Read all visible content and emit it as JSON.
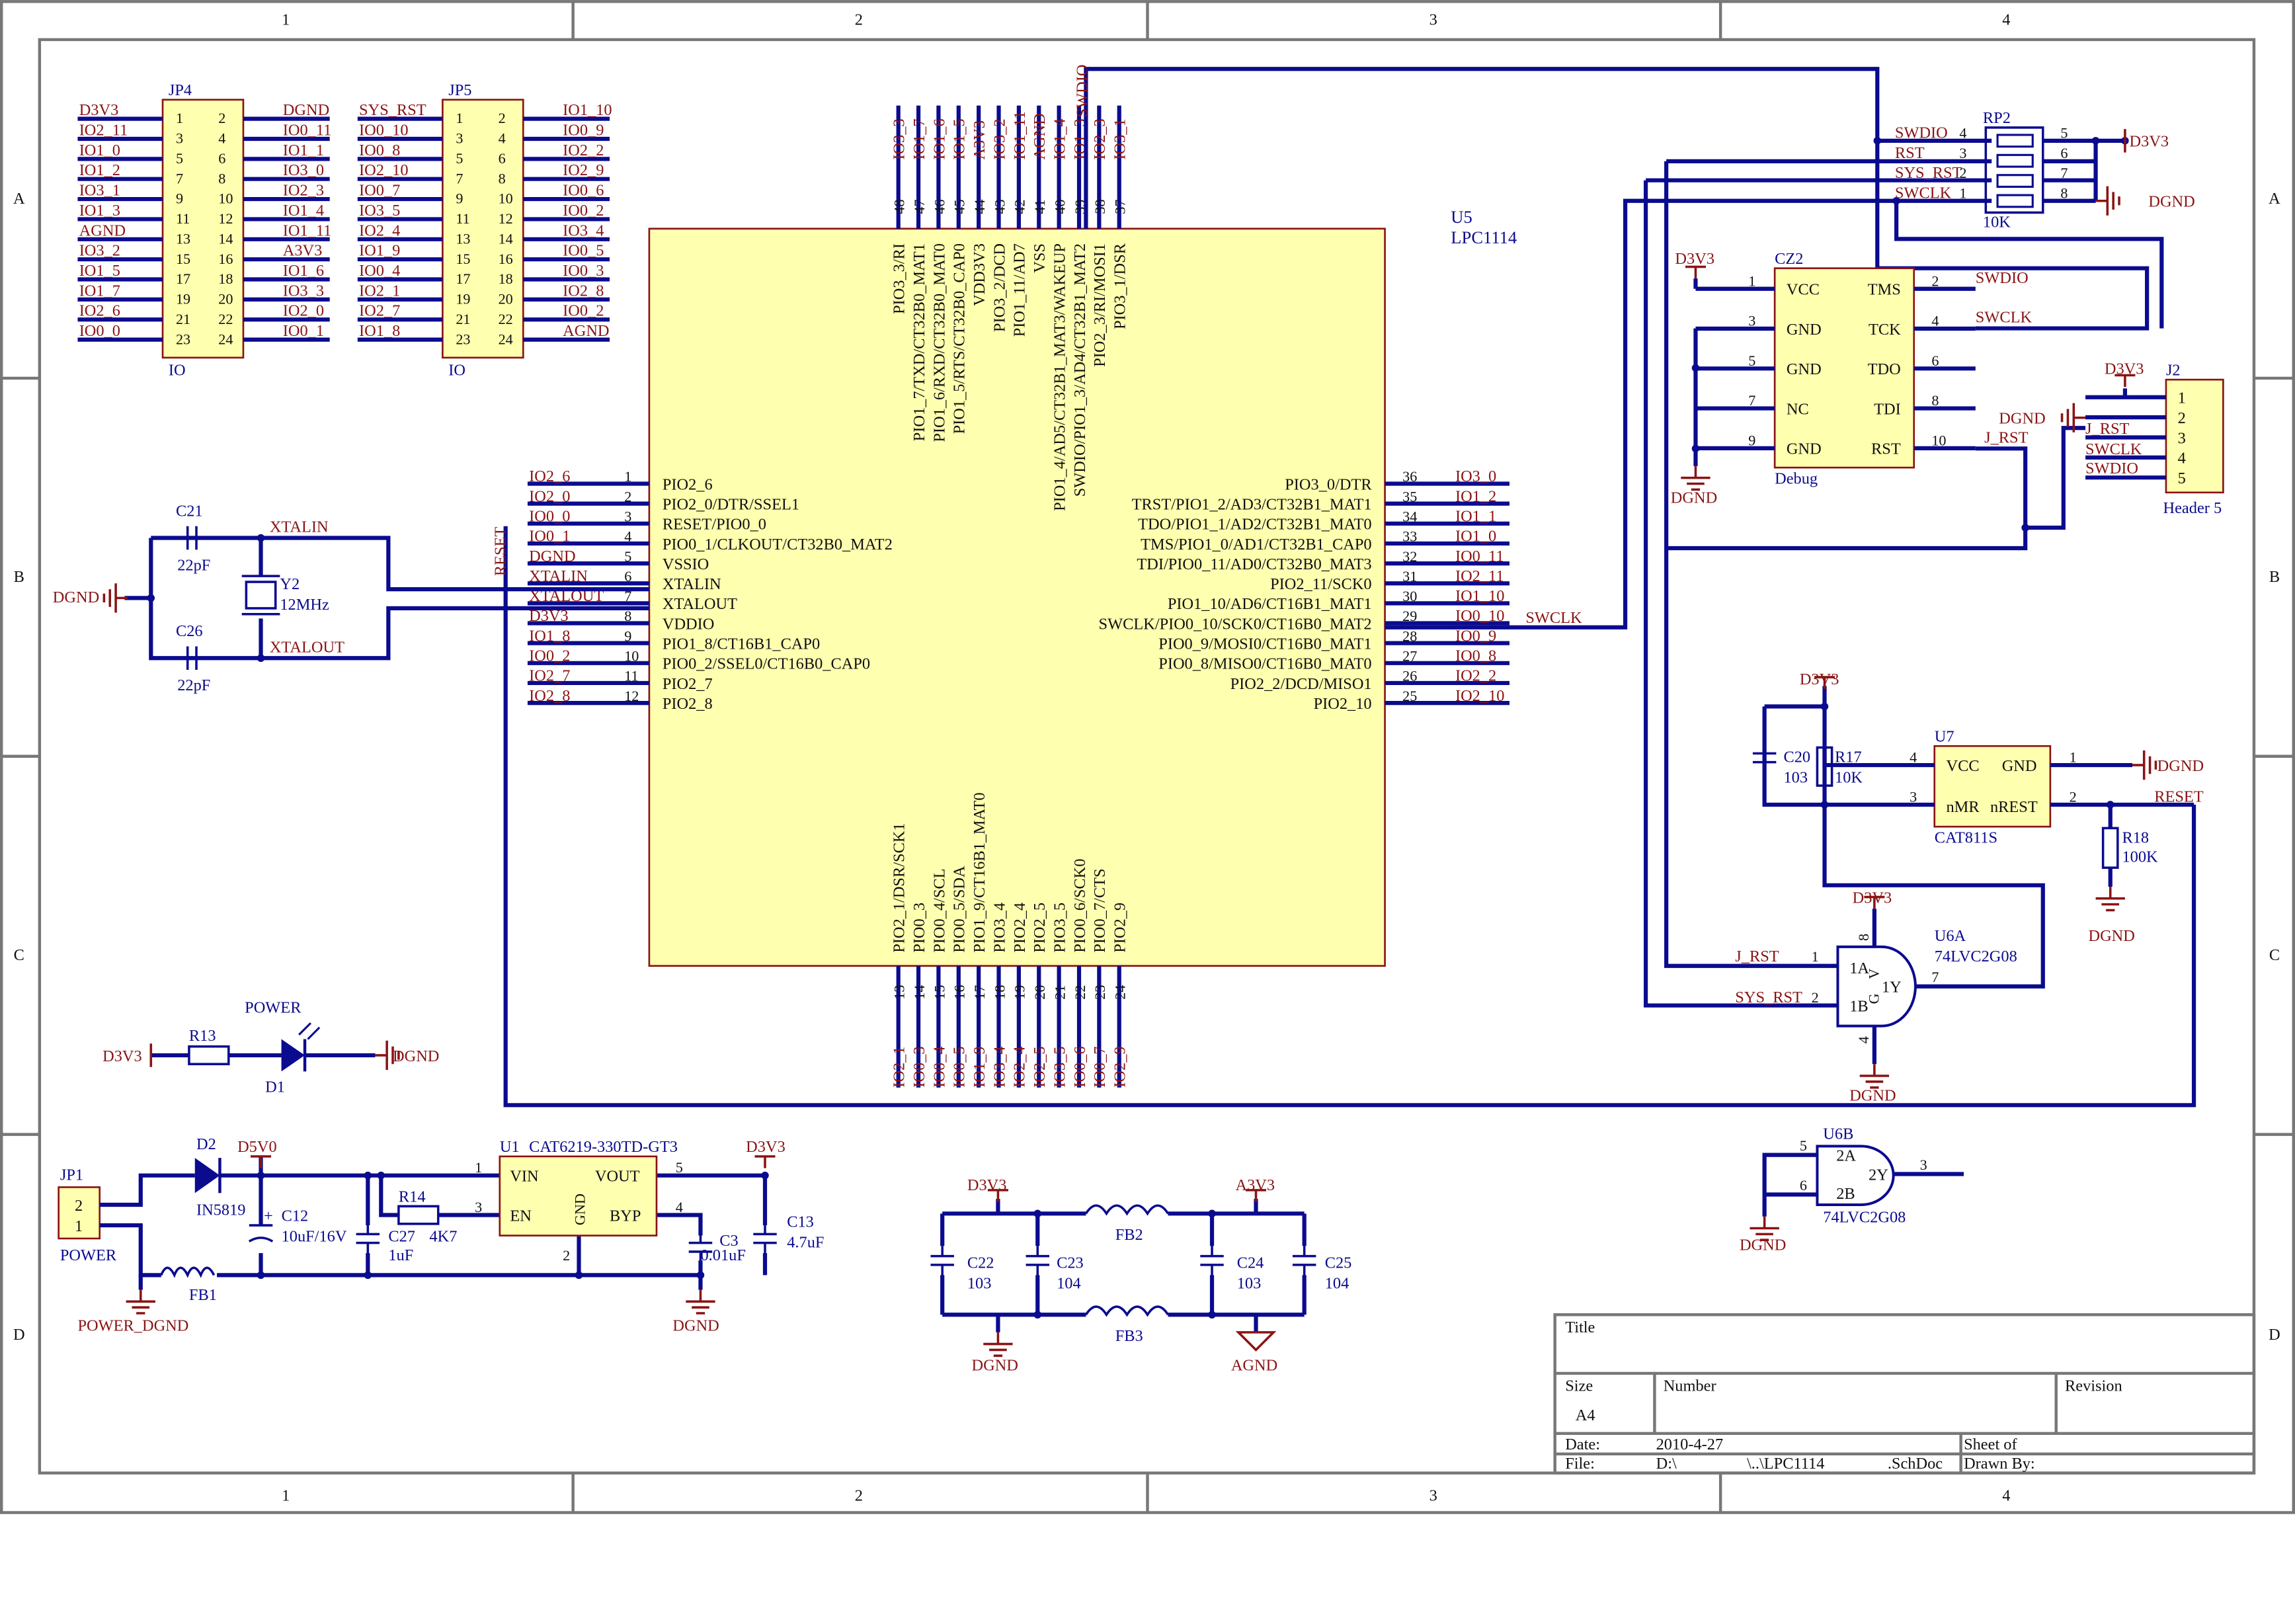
{
  "frame": {
    "cols": [
      "1",
      "2",
      "3",
      "4"
    ],
    "rows": [
      "A",
      "B",
      "C",
      "D"
    ]
  },
  "title_block": {
    "title_label": "Title",
    "size_label": "Size",
    "size_value": "A4",
    "number_label": "Number",
    "revision_label": "Revision",
    "date_label": "Date:",
    "date_value": "2010-4-27",
    "file_label": "File:",
    "file_value_1": "D:\\",
    "file_value_2": "\\..\\LPC1114",
    "file_value_3": ".SchDoc",
    "sheet_label": "Sheet    of",
    "drawn_label": "Drawn By:"
  },
  "jp4": {
    "ref": "JP4",
    "name": "IO",
    "pins_left": [
      "1",
      "3",
      "5",
      "7",
      "9",
      "11",
      "13",
      "15",
      "17",
      "19",
      "21",
      "23"
    ],
    "pins_right": [
      "2",
      "4",
      "6",
      "8",
      "10",
      "12",
      "14",
      "16",
      "18",
      "20",
      "22",
      "24"
    ],
    "nets_left": [
      "D3V3",
      "IO2_11",
      "IO1_0",
      "IO1_2",
      "IO3_1",
      "IO1_3",
      "AGND",
      "IO3_2",
      "IO1_5",
      "IO1_7",
      "IO2_6",
      "IO0_0"
    ],
    "nets_right": [
      "DGND",
      "IO0_11",
      "IO1_1",
      "IO3_0",
      "IO2_3",
      "IO1_4",
      "IO1_11",
      "A3V3",
      "IO1_6",
      "IO3_3",
      "IO2_0",
      "IO0_1"
    ]
  },
  "jp5": {
    "ref": "JP5",
    "name": "IO",
    "pins_left": [
      "1",
      "3",
      "5",
      "7",
      "9",
      "11",
      "13",
      "15",
      "17",
      "19",
      "21",
      "23"
    ],
    "pins_right": [
      "2",
      "4",
      "6",
      "8",
      "10",
      "12",
      "14",
      "16",
      "18",
      "20",
      "22",
      "24"
    ],
    "nets_left": [
      "SYS_RST",
      "IO0_10",
      "IO0_8",
      "IO2_10",
      "IO0_7",
      "IO3_5",
      "IO2_4",
      "IO1_9",
      "IO0_4",
      "IO2_1",
      "IO2_7",
      "IO1_8"
    ],
    "nets_right": [
      "IO1_10",
      "IO0_9",
      "IO2_2",
      "IO2_9",
      "IO0_6",
      "IO0_2",
      "IO3_4",
      "IO0_5",
      "IO0_3",
      "IO2_8",
      "IO0_2",
      "AGND"
    ]
  },
  "u5": {
    "ref": "U5",
    "name": "LPC1114",
    "left_nums": [
      "1",
      "2",
      "3",
      "4",
      "5",
      "6",
      "7",
      "8",
      "9",
      "10",
      "11",
      "12"
    ],
    "left_pins": [
      "PIO2_6",
      "PIO2_0/DTR/SSEL1",
      "RESET/PIO0_0",
      "PIO0_1/CLKOUT/CT32B0_MAT2",
      "VSSIO",
      "XTALIN",
      "XTALOUT",
      "VDDIO",
      "PIO1_8/CT16B1_CAP0",
      "PIO0_2/SSEL0/CT16B0_CAP0",
      "PIO2_7",
      "PIO2_8"
    ],
    "left_nets": [
      "IO2_6",
      "IO2_0",
      "IO0_0",
      "IO0_1",
      "DGND",
      "XTALIN",
      "XTALOUT",
      "D3V3",
      "IO1_8",
      "IO0_2",
      "IO2_7",
      "IO2_8"
    ],
    "right_nums": [
      "36",
      "35",
      "34",
      "33",
      "32",
      "31",
      "30",
      "29",
      "28",
      "27",
      "26",
      "25"
    ],
    "right_pins": [
      "PIO3_0/DTR",
      "TRST/PIO1_2/AD3/CT32B1_MAT1",
      "TDO/PIO1_1/AD2/CT32B1_MAT0",
      "TMS/PIO1_0/AD1/CT32B1_CAP0",
      "TDI/PIO0_11/AD0/CT32B0_MAT3",
      "PIO2_11/SCK0",
      "PIO1_10/AD6/CT16B1_MAT1",
      "SWCLK/PIO0_10/SCK0/CT16B0_MAT2",
      "PIO0_9/MOSI0/CT16B0_MAT1",
      "PIO0_8/MISO0/CT16B0_MAT0",
      "PIO2_2/DCD/MISO1",
      "PIO2_10"
    ],
    "right_nets": [
      "IO3_0",
      "IO1_2",
      "IO1_1",
      "IO1_0",
      "IO0_11",
      "IO2_11",
      "IO1_10",
      "IO0_10",
      "IO0_9",
      "IO0_8",
      "IO2_2",
      "IO2_10"
    ],
    "top_nums": [
      "48",
      "47",
      "46",
      "45",
      "44",
      "43",
      "42",
      "41",
      "40",
      "39",
      "38",
      "37"
    ],
    "top_pins": [
      "PIO3_3/RI",
      "PIO1_7/TXD/CT32B0_MAT1",
      "PIO1_6/RXD/CT32B0_MAT0",
      "PIO1_5/RTS/CT32B0_CAP0",
      "VDD3V3",
      "PIO3_2/DCD",
      "PIO1_11/AD7",
      "VSS",
      "PIO1_4/AD5/CT32B1_MAT3/WAKEUP",
      "SWDIO/PIO1_3/AD4/CT32B1_MAT2",
      "PIO2_3/RI/MOSI1",
      "PIO3_1/DSR"
    ],
    "top_nets": [
      "IO3_3",
      "IO1_7",
      "IO1_6",
      "IO1_5",
      "A3V3",
      "IO3_2",
      "IO1_11",
      "AGND",
      "IO1_4",
      "IO1_3",
      "IO2_3",
      "IO3_1"
    ],
    "bottom_nums": [
      "13",
      "14",
      "15",
      "16",
      "17",
      "18",
      "19",
      "20",
      "21",
      "22",
      "23",
      "24"
    ],
    "bottom_pins": [
      "PIO2_1/DSR/SCK1",
      "PIO0_3",
      "PIO0_4/SCL",
      "PIO0_5/SDA",
      "PIO1_9/CT16B1_MAT0",
      "PIO3_4",
      "PIO2_4",
      "PIO2_5",
      "PIO3_5",
      "PIO0_6/SCK0",
      "PIO0_7/CTS",
      "PIO2_9"
    ],
    "bottom_nets": [
      "IO2_1",
      "IO0_3",
      "IO0_4",
      "IO0_5",
      "IO1_9",
      "IO3_4",
      "IO2_4",
      "IO2_5",
      "IO3_5",
      "IO0_6",
      "IO0_7",
      "IO2_9"
    ],
    "net_swdio": "SWDIO",
    "net_swclk": "SWCLK",
    "net_reset": "RESET"
  },
  "crystal": {
    "c21_ref": "C21",
    "c21_val": "22pF",
    "c26_ref": "C26",
    "c26_val": "22pF",
    "y2_ref": "Y2",
    "y2_val": "12MHz",
    "net_xtalin": "XTALIN",
    "net_xtalout": "XTALOUT",
    "net_dgnd": "DGND"
  },
  "rp2": {
    "ref": "RP2",
    "val": "10K",
    "pins_left": [
      "4",
      "3",
      "2",
      "1"
    ],
    "pins_right": [
      "5",
      "6",
      "7",
      "8"
    ],
    "nets": [
      "SWDIO",
      "RST",
      "SYS_RST",
      "SWCLK"
    ],
    "net_pwr": "D3V3",
    "net_gnd": "DGND"
  },
  "cz2": {
    "ref": "CZ2",
    "name": "Debug",
    "left_nums": [
      "1",
      "3",
      "5",
      "7",
      "9"
    ],
    "left_pins": [
      "VCC",
      "GND",
      "GND",
      "NC",
      "GND"
    ],
    "right_nums": [
      "2",
      "4",
      "6",
      "8",
      "10"
    ],
    "right_pins": [
      "TMS",
      "TCK",
      "TDO",
      "TDI",
      "RST"
    ],
    "net_swdio": "SWDIO",
    "net_swclk": "SWCLK",
    "net_jrst": "J_RST",
    "net_pwr": "D3V3",
    "net_gnd": "DGND"
  },
  "j2": {
    "ref": "J2",
    "name": "Header 5",
    "nums": [
      "1",
      "2",
      "3",
      "4",
      "5"
    ],
    "nets": [
      "J_RST",
      "SWCLK",
      "SWDIO"
    ],
    "net_pwr": "D3V3",
    "net_gnd": "DGND"
  },
  "u7": {
    "ref": "U7",
    "name": "CAT811S",
    "pin_vcc": "VCC",
    "pin_gnd": "GND",
    "pin_mr": "nMR",
    "pin_rst": "nREST",
    "n4": "4",
    "n1": "1",
    "n3": "3",
    "n2": "2",
    "r17_ref": "R17",
    "r17_val": "10K",
    "c20_ref": "C20",
    "c20_val": "103",
    "r18_ref": "R18",
    "r18_val": "100K",
    "net_pwr": "D3V3",
    "net_gnd": "DGND",
    "net_reset": "RESET"
  },
  "u6a": {
    "ref": "U6A",
    "name": "74LVC2G08",
    "p1a": "1A",
    "p1b": "1B",
    "p1y": "1Y",
    "pv": "V",
    "pg": "G",
    "n1": "1",
    "n2": "2",
    "n7": "7",
    "n8": "8",
    "n4": "4",
    "net_jrst": "J_RST",
    "net_sysrst": "SYS_RST",
    "net_pwr": "D3V3",
    "net_gnd": "DGND"
  },
  "u6b": {
    "ref": "U6B",
    "name": "74LVC2G08",
    "p2a": "2A",
    "p2b": "2B",
    "p2y": "2Y",
    "n5": "5",
    "n6": "6",
    "n3": "3",
    "net_gnd": "DGND"
  },
  "led": {
    "r13_ref": "R13",
    "d1_ref": "D1",
    "label": "POWER",
    "net_pwr": "D3V3",
    "net_gnd": "DGND"
  },
  "power": {
    "jp1_ref": "JP1",
    "jp1_name": "POWER",
    "jp1_p2": "2",
    "jp1_p1": "1",
    "d2_ref": "D2",
    "d2_val": "IN5819",
    "fb1_ref": "FB1",
    "c12_ref": "C12",
    "c12_val": "10uF/16V",
    "c27_ref": "C27",
    "c27_val": "1uF",
    "r14_ref": "R14",
    "r14_val": "4K7",
    "u1_ref": "U1",
    "u1_name": "CAT6219-330TD-GT3",
    "u1_vin": "VIN",
    "u1_en": "EN",
    "u1_gnd": "GND",
    "u1_vout": "VOUT",
    "u1_byp": "BYP",
    "u1_n1": "1",
    "u1_n3": "3",
    "u1_n2": "2",
    "u1_n5": "5",
    "u1_n4": "4",
    "c3_ref": "C3",
    "c3_val": "0.01uF",
    "c13_ref": "C13",
    "c13_val": "4.7uF",
    "net_5v": "D5V0",
    "net_3v3": "D3V3",
    "net_pdgnd": "POWER_DGND",
    "net_dgnd": "DGND",
    "plus": "+"
  },
  "filter": {
    "c22_ref": "C22",
    "c22_val": "103",
    "c23_ref": "C23",
    "c23_val": "104",
    "c24_ref": "C24",
    "c24_val": "103",
    "c25_ref": "C25",
    "c25_val": "104",
    "fb2_ref": "FB2",
    "fb3_ref": "FB3",
    "net_d3v3": "D3V3",
    "net_a3v3": "A3V3",
    "net_dgnd": "DGND",
    "net_agnd": "AGND"
  },
  "colors": {
    "wire": "#0b0b8f",
    "net": "#8a1414",
    "chip": "#ffffb0",
    "text": "#111111"
  }
}
